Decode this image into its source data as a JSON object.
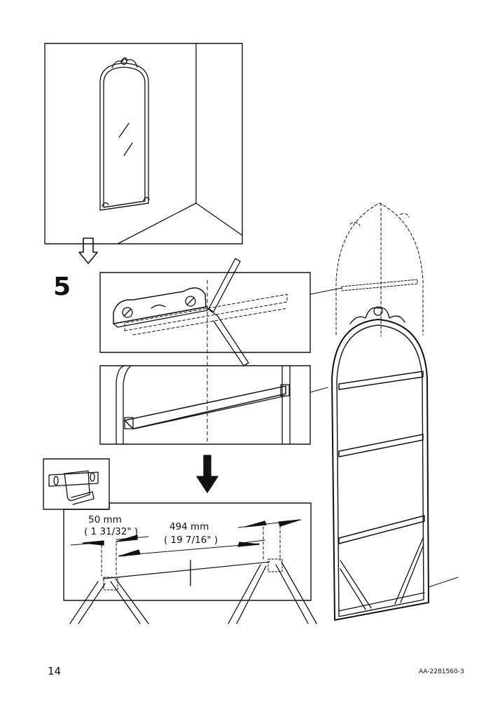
{
  "step_number": "5",
  "dimensions": {
    "edge_offset": {
      "metric": "50 mm",
      "imperial": "( 1 31/32\" )"
    },
    "bracket_spacing": {
      "metric": "494 mm",
      "imperial": "( 19 7/16\" )"
    }
  },
  "footer": {
    "page_number": "14",
    "document_id": "AA-2281560-3"
  }
}
